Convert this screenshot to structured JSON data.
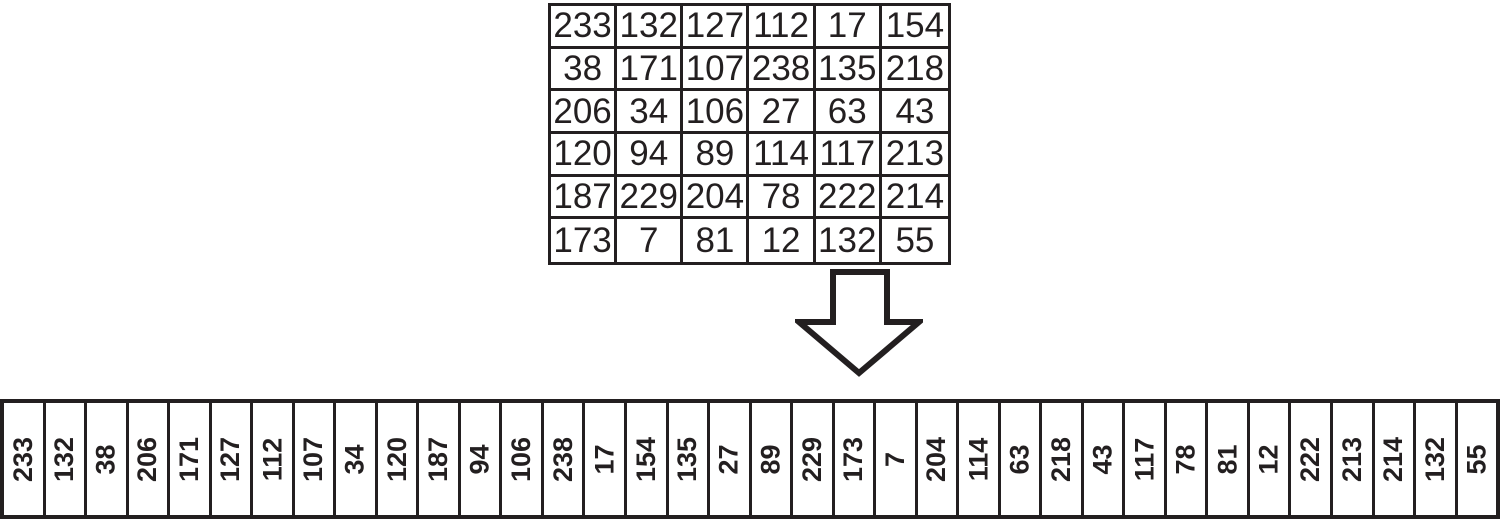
{
  "figure": {
    "description": "matrix-to-array zigzag flattening diagram",
    "matrix_rows": [
      [
        233,
        132,
        127,
        112,
        17,
        154
      ],
      [
        38,
        171,
        107,
        238,
        135,
        218
      ],
      [
        206,
        34,
        106,
        27,
        63,
        43
      ],
      [
        120,
        94,
        89,
        114,
        117,
        213
      ],
      [
        187,
        229,
        204,
        78,
        222,
        214
      ],
      [
        173,
        7,
        81,
        12,
        132,
        55
      ]
    ],
    "arrow_icon": "down-block-arrow",
    "sequence": [
      233,
      132,
      38,
      206,
      171,
      127,
      112,
      107,
      34,
      120,
      187,
      94,
      106,
      238,
      17,
      154,
      135,
      27,
      89,
      229,
      173,
      7,
      204,
      114,
      63,
      218,
      43,
      117,
      78,
      81,
      12,
      222,
      213,
      214,
      132,
      55
    ]
  },
  "colors": {
    "ink": "#231f20",
    "paper": "#ffffff"
  }
}
